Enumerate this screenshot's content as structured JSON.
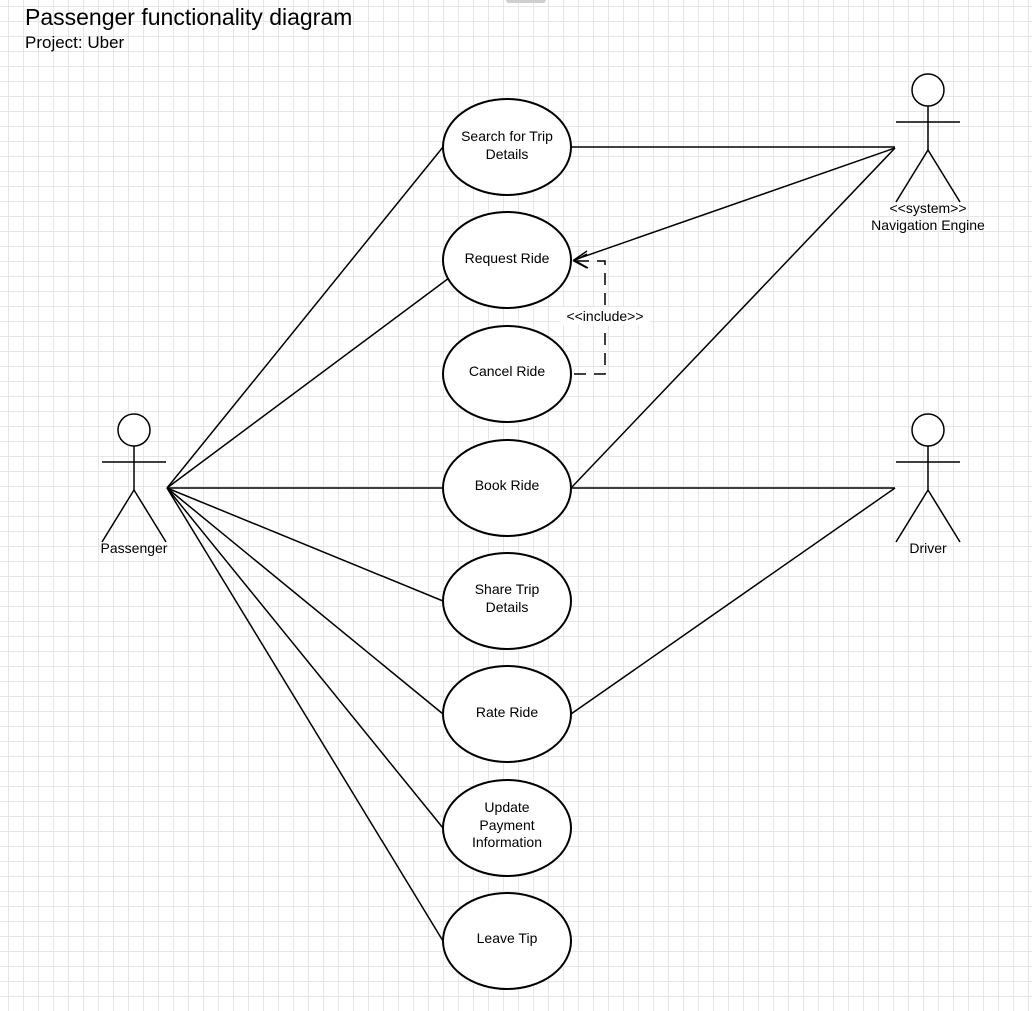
{
  "header": {
    "title": "Passenger functionality diagram",
    "subtitle": "Project: Uber"
  },
  "actors": {
    "passenger": {
      "label": "Passenger"
    },
    "navigation_engine": {
      "stereotype": "<<system>>",
      "label": "Navigation Engine"
    },
    "driver": {
      "label": "Driver"
    }
  },
  "use_cases": {
    "search_trip_details": {
      "lines": [
        "Search for Trip",
        "Details"
      ]
    },
    "request_ride": {
      "lines": [
        "Request Ride"
      ]
    },
    "cancel_ride": {
      "lines": [
        "Cancel Ride"
      ]
    },
    "book_ride": {
      "lines": [
        "Book Ride"
      ]
    },
    "share_trip_details": {
      "lines": [
        "Share Trip",
        "Details"
      ]
    },
    "rate_ride": {
      "lines": [
        "Rate Ride"
      ]
    },
    "update_payment_information": {
      "lines": [
        "Update",
        "Payment",
        "Information"
      ]
    },
    "leave_tip": {
      "lines": [
        "Leave Tip"
      ]
    }
  },
  "relationships": {
    "include_label": "<<include>>",
    "associations": [
      {
        "actor": "passenger",
        "use_case": "search_trip_details"
      },
      {
        "actor": "passenger",
        "use_case": "request_ride"
      },
      {
        "actor": "passenger",
        "use_case": "book_ride"
      },
      {
        "actor": "passenger",
        "use_case": "share_trip_details"
      },
      {
        "actor": "passenger",
        "use_case": "rate_ride"
      },
      {
        "actor": "passenger",
        "use_case": "update_payment_information"
      },
      {
        "actor": "passenger",
        "use_case": "leave_tip"
      },
      {
        "actor": "navigation_engine",
        "use_case": "search_trip_details"
      },
      {
        "actor": "navigation_engine",
        "use_case": "request_ride",
        "arrow": true
      },
      {
        "actor": "navigation_engine",
        "use_case": "book_ride"
      },
      {
        "actor": "driver",
        "use_case": "book_ride"
      },
      {
        "actor": "driver",
        "use_case": "rate_ride"
      }
    ],
    "include": {
      "from": "cancel_ride",
      "to": "request_ride"
    }
  },
  "colors": {
    "line": "#000000",
    "grid": "#e6e6e6",
    "background": "#ffffff"
  }
}
